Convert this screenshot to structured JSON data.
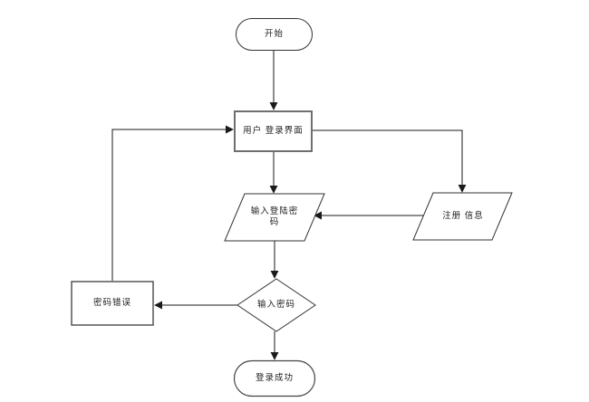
{
  "diagram": {
    "title": "login-flowchart",
    "background_color": "#ffffff",
    "connector_color": "#1a1a1a",
    "process_border_color": "#6f6f6f",
    "shape_border_color": "#333333",
    "shape_fill_color": "#ffffff",
    "text_color": "#1c1c1c",
    "nodes": {
      "start": {
        "label": "开始",
        "type": "terminator"
      },
      "login_ui": {
        "label": "用户 登录界面",
        "type": "process"
      },
      "enter_password": {
        "label_line1": "输入登陆密",
        "label_line2": "码",
        "full_label": "输入登陆密码",
        "type": "input-output"
      },
      "register_info": {
        "label": "注册 信息",
        "type": "input-output"
      },
      "check_password": {
        "label": "输入密码",
        "type": "decision"
      },
      "password_error": {
        "label": "密码错误",
        "type": "process"
      },
      "login_success": {
        "label": "登录成功",
        "type": "terminator"
      }
    },
    "edges": [
      {
        "from": "start",
        "to": "login_ui"
      },
      {
        "from": "login_ui",
        "to": "enter_password"
      },
      {
        "from": "login_ui",
        "to": "register_info"
      },
      {
        "from": "register_info",
        "to": "enter_password"
      },
      {
        "from": "enter_password",
        "to": "check_password"
      },
      {
        "from": "check_password",
        "to": "password_error"
      },
      {
        "from": "password_error",
        "to": "login_ui"
      },
      {
        "from": "check_password",
        "to": "login_success"
      }
    ]
  }
}
